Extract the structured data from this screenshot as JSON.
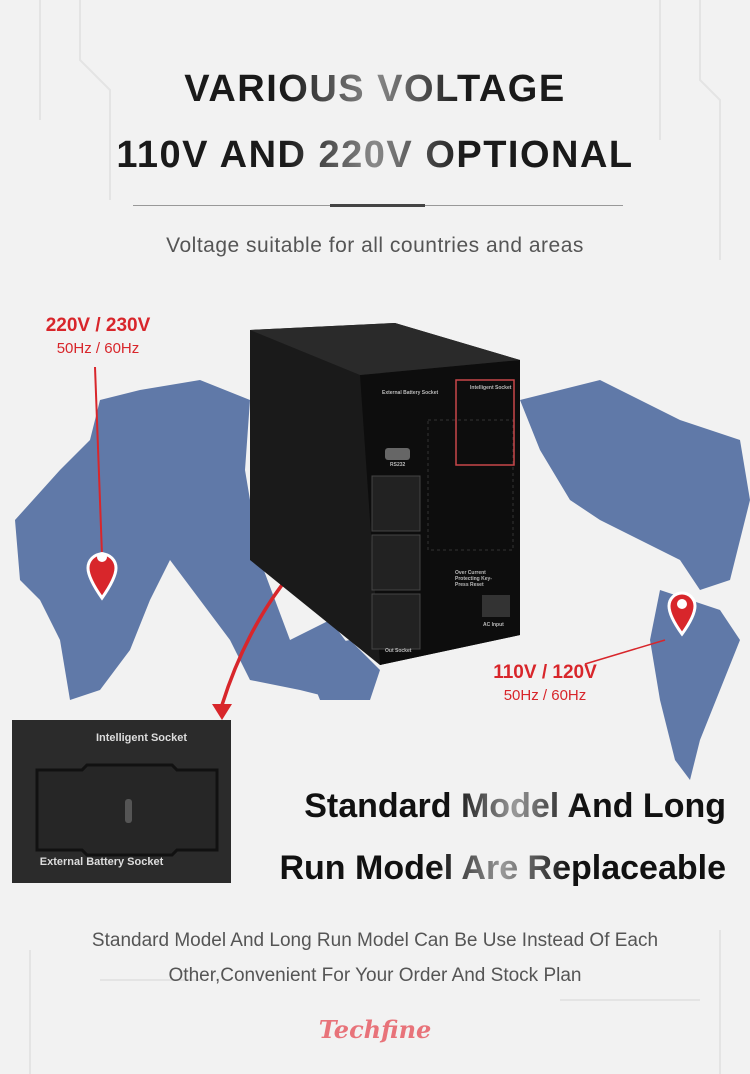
{
  "header": {
    "title_line1": "VARIOUS VOLTAGE",
    "title_line2": "110V AND 220V OPTIONAL",
    "subtitle": "Voltage suitable for all countries and areas"
  },
  "regions": [
    {
      "voltage": "220V / 230V",
      "frequency": "50Hz / 60Hz"
    },
    {
      "voltage": "110V / 120V",
      "frequency": "50Hz / 60Hz"
    }
  ],
  "device_labels": {
    "external_battery": "External Battery Socket",
    "rs232": "RS232",
    "intelligent": "Intelligent Socket",
    "reset": "Over Current Protecting Key-Press Reset",
    "ac_input": "AC Input",
    "out_socket": "Out Socket"
  },
  "inset": {
    "top_label": "Intelligent Socket",
    "bottom_label": "External Battery Socket"
  },
  "feature": {
    "heading_line1": "Standard Model And Long",
    "heading_line2": "Run Model Are Replaceable",
    "description_line1": "Standard Model And Long Run Model Can Be Use Instead Of Each",
    "description_line2": "Other,Convenient For Your Order And Stock Plan"
  },
  "brand": {
    "logo": "Techfine"
  },
  "colors": {
    "accent_red": "#d8262b",
    "map_blue": "#6079a8",
    "background": "#f2f2f2"
  }
}
